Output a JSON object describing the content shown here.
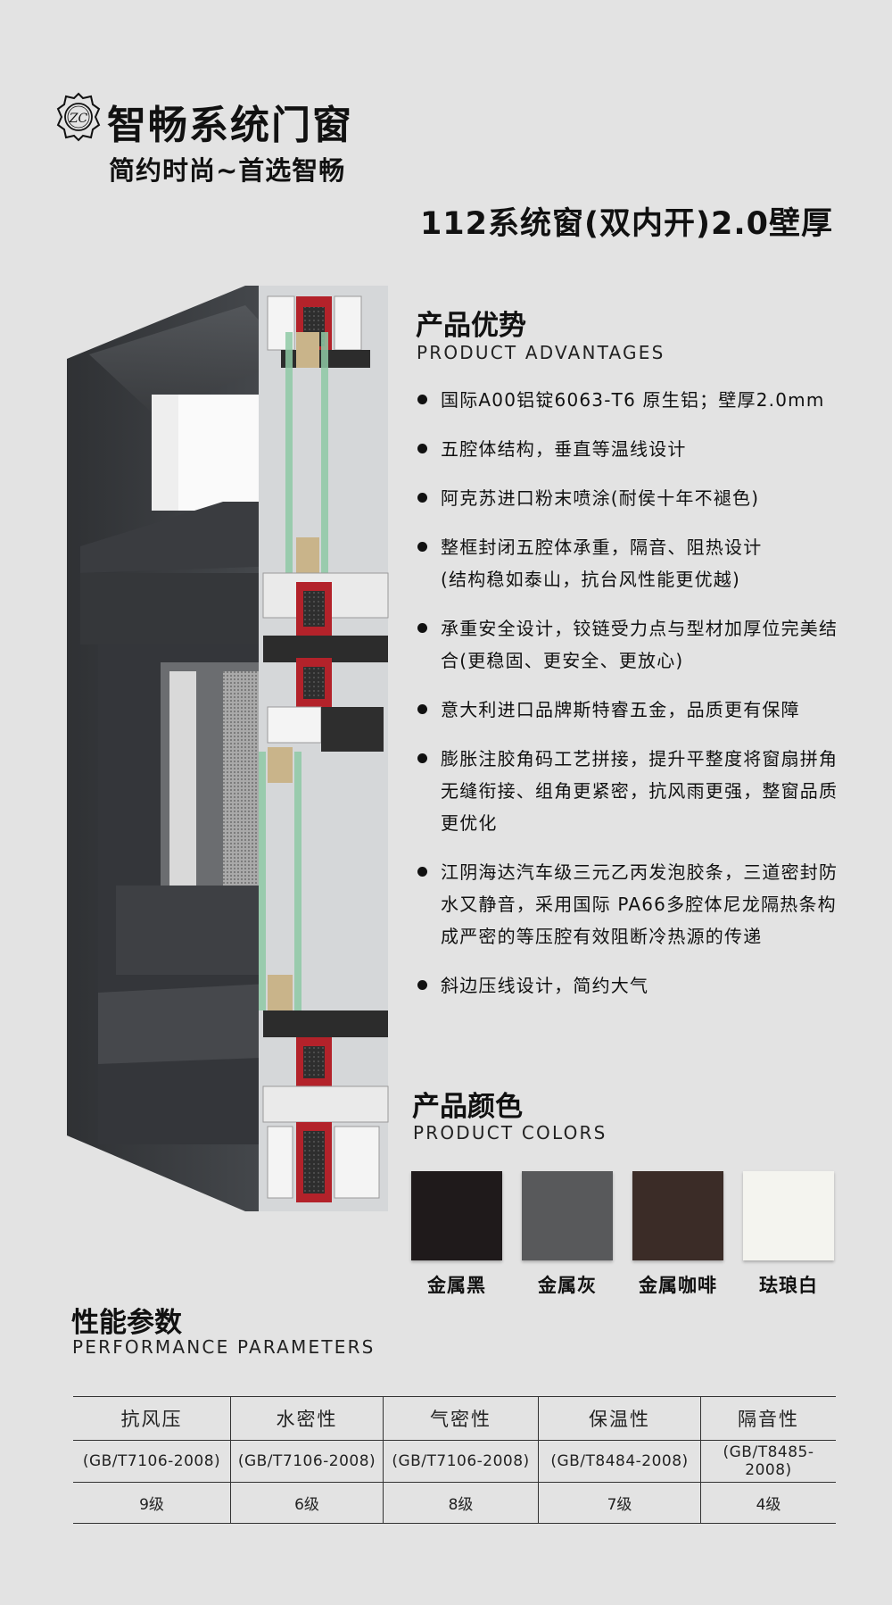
{
  "header": {
    "brand": "智畅系统门窗",
    "slogan": "简约时尚~首选智畅",
    "product_title": "112系统窗(双内开)2.0壁厚",
    "logo_letters": "ZC"
  },
  "advantages": {
    "title": "产品优势",
    "subtitle": "PRODUCT ADVANTAGES",
    "items": [
      "国际A00铝锭6063-T6 原生铝；壁厚2.0mm",
      "五腔体结构，垂直等温线设计",
      "阿克苏进口粉末喷涂(耐侯十年不褪色)",
      "整框封闭五腔体承重，隔音、阻热设计\n(结构稳如泰山，抗台风性能更优越)",
      "承重安全设计，铰链受力点与型材加厚位完美结合(更稳固、更安全、更放心)",
      "意大利进口品牌斯特睿五金，品质更有保障",
      "膨胀注胶角码工艺拼接，提升平整度将窗扇拼角无缝衔接、组角更紧密，抗风雨更强，整窗品质更优化",
      "江阴海达汽车级三元乙丙发泡胶条，三道密封防水又静音，采用国际 PA66多腔体尼龙隔热条构成严密的等压腔有效阻断冷热源的传递",
      "斜边压线设计，简约大气"
    ]
  },
  "colors": {
    "title": "产品颜色",
    "subtitle": "PRODUCT COLORS",
    "swatches": [
      {
        "label": "金属黑",
        "hex": "#1f1a1b"
      },
      {
        "label": "金属灰",
        "hex": "#58595b"
      },
      {
        "label": "金属咖啡",
        "hex": "#3b2c27"
      },
      {
        "label": "珐琅白",
        "hex": "#f4f4ef"
      }
    ]
  },
  "performance": {
    "title": "性能参数",
    "subtitle": "PERFORMANCE PARAMETERS",
    "columns": [
      {
        "name": "抗风压",
        "standard": "(GB/T7106-2008)",
        "grade": "9级"
      },
      {
        "name": "水密性",
        "standard": "(GB/T7106-2008)",
        "grade": "6级"
      },
      {
        "name": "气密性",
        "standard": "(GB/T7106-2008)",
        "grade": "8级"
      },
      {
        "name": "保温性",
        "standard": "(GB/T8484-2008)",
        "grade": "7级"
      },
      {
        "name": "隔音性",
        "standard": "(GB/T8485-2008)",
        "grade": "4级"
      }
    ]
  },
  "theme": {
    "background": "#e3e3e3",
    "frame": "#3c3e41",
    "thermal_break": "#b3222a",
    "glass": "#8ec9a4"
  }
}
